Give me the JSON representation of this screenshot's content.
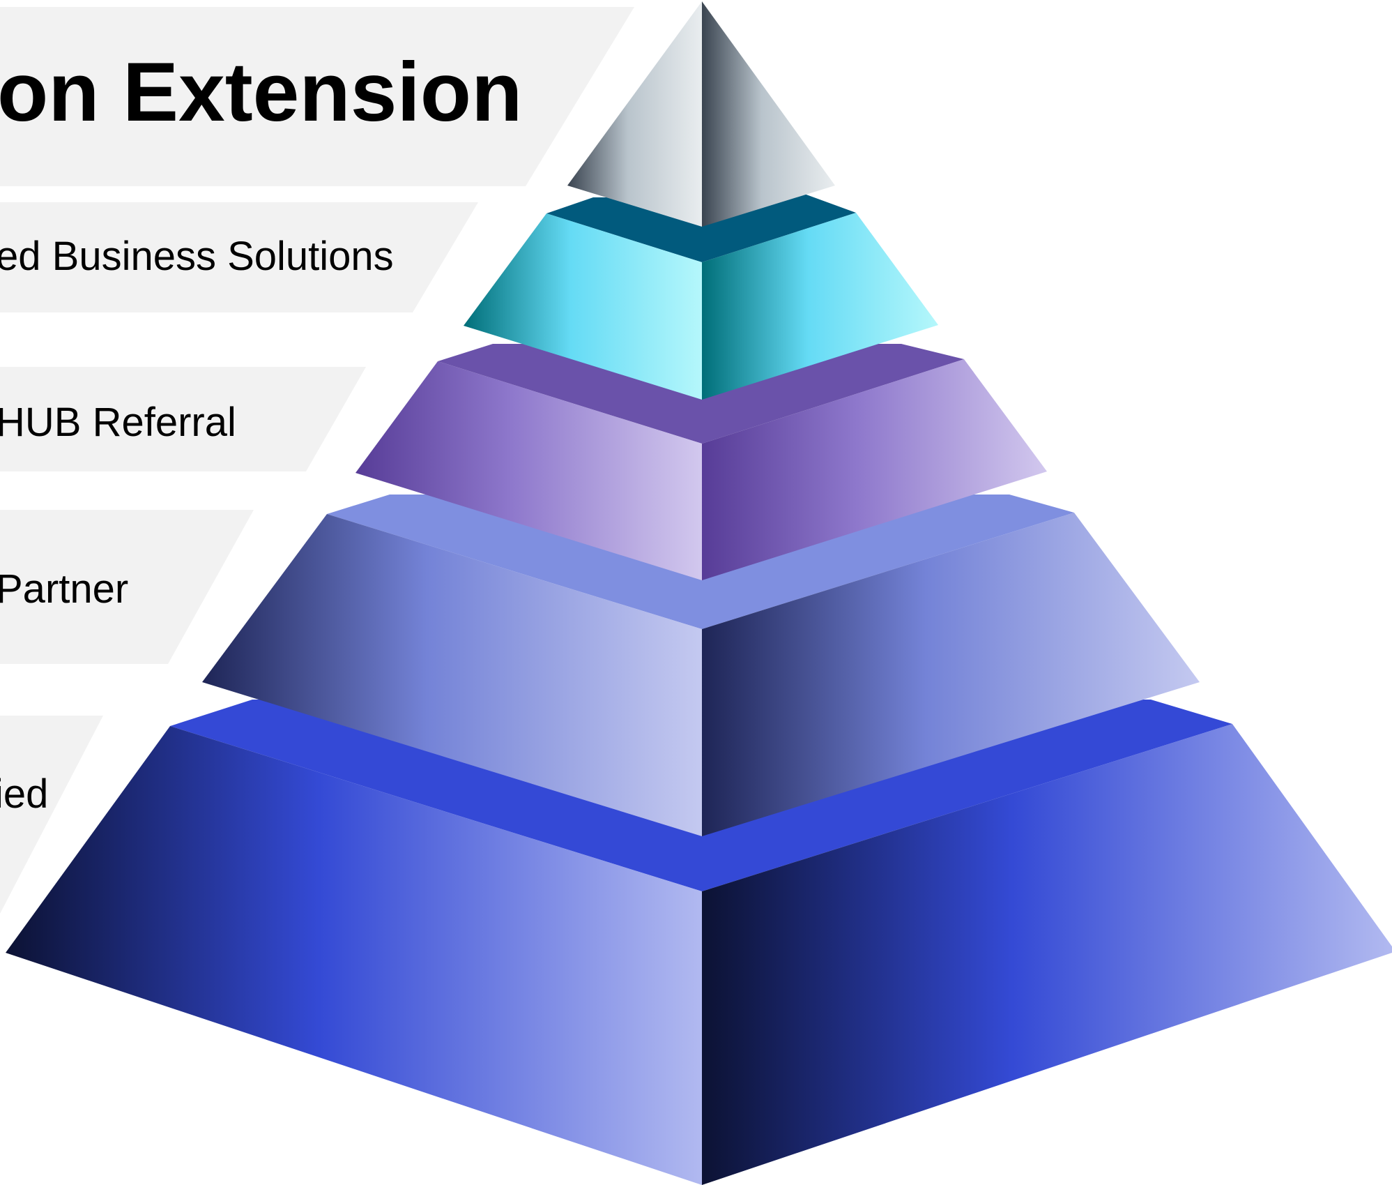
{
  "diagram": {
    "type": "pyramid",
    "levels": [
      {
        "label": "on Extension",
        "colors": {
          "dark": "#3a4450",
          "mid": "#b9c4cc",
          "light": "#e9edef",
          "top": "#e9edef"
        }
      },
      {
        "label": "ed Business Solutions",
        "colors": {
          "dark": "#006e78",
          "mid": "#65dbf5",
          "light": "#b5f7fb",
          "top": "#015a7d"
        }
      },
      {
        "label": "HUB Referral",
        "colors": {
          "dark": "#573c97",
          "mid": "#8e78cc",
          "light": "#d2c8ee",
          "top": "#6a52aa"
        }
      },
      {
        "label": "Partner",
        "colors": {
          "dark": "#1e2556",
          "mid": "#7483d7",
          "light": "#c4c9f0",
          "top": "#7f8fe0"
        }
      },
      {
        "label": "ied",
        "colors": {
          "dark": "#0c1233",
          "mid": "#344ad5",
          "light": "#b1b9f0",
          "top": "#3449d6"
        }
      }
    ],
    "label_band_color": "#f2f2f2"
  }
}
